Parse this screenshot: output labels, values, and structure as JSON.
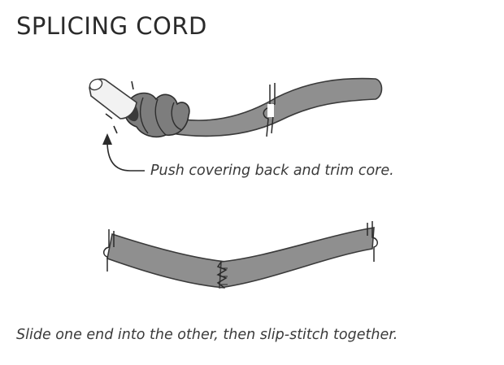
{
  "title": "SPLICING CORD",
  "steps": [
    {
      "caption": "Push covering back and trim core."
    },
    {
      "caption": "Slide one end into the other, then slip-stitch together."
    }
  ],
  "colors": {
    "cord_fill": "#8f8f8f",
    "cord_outline": "#3a3a3a",
    "core_fill": "#f2f2f2",
    "text": "#2a2a2a"
  }
}
